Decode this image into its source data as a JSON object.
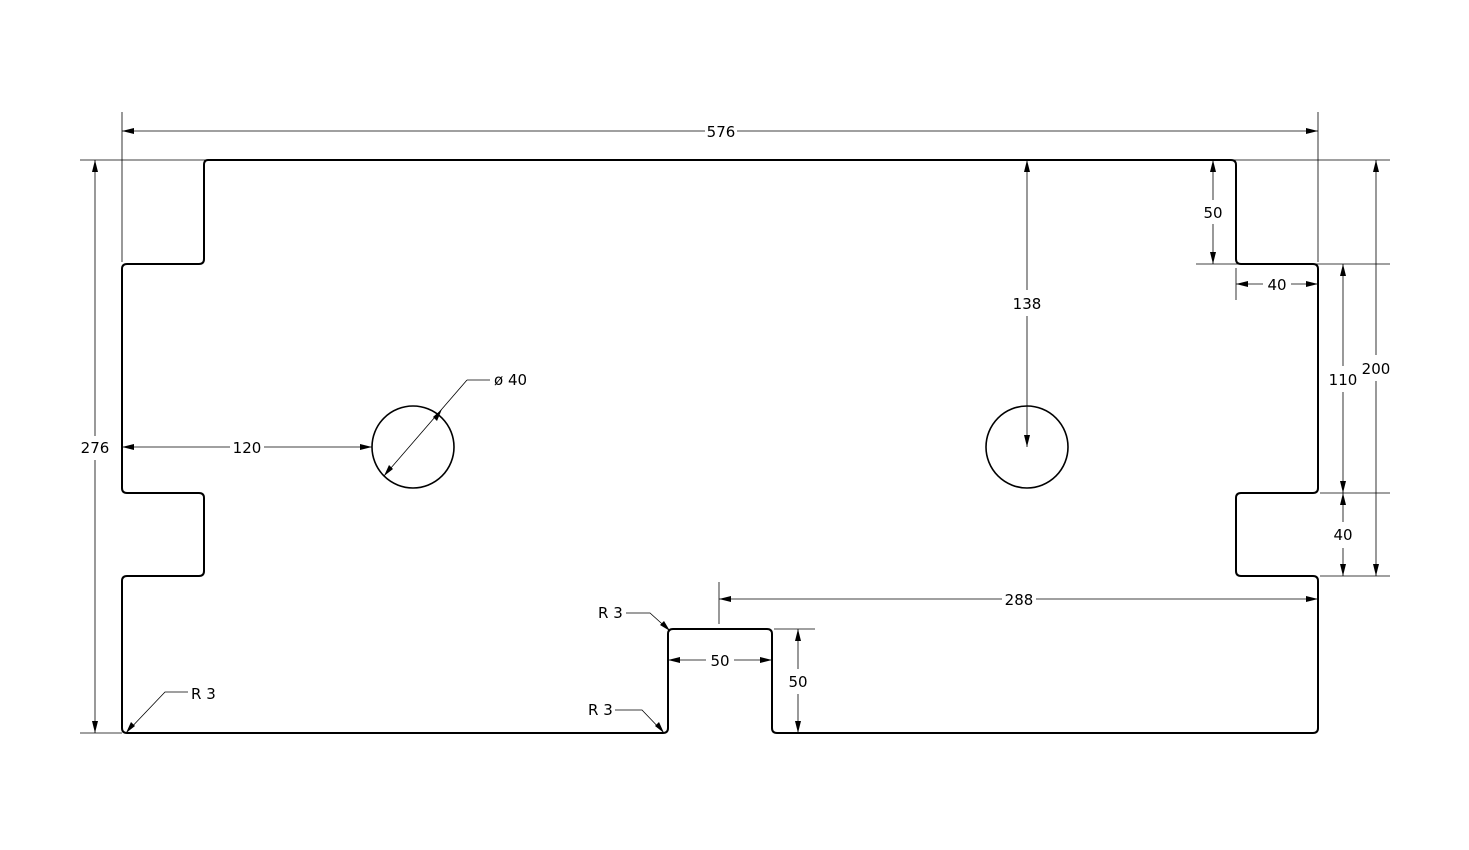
{
  "dimensions": {
    "overall_width": "576",
    "overall_height": "276",
    "hole_diameter": "ø 40",
    "hole_offset_left": "120",
    "hole_depth_top": "138",
    "right_notch_depth": "50",
    "right_tab_width": "40",
    "right_tab_height": "110",
    "right_tab_to_step": "40",
    "right_total_height": "200",
    "slot_offset_right": "288",
    "slot_width": "50",
    "slot_depth": "50",
    "fillet_top": "R 3",
    "fillet_slot": "R 3",
    "fillet_corner": "R 3"
  },
  "colors": {
    "line": "#000000",
    "background": "#ffffff"
  }
}
